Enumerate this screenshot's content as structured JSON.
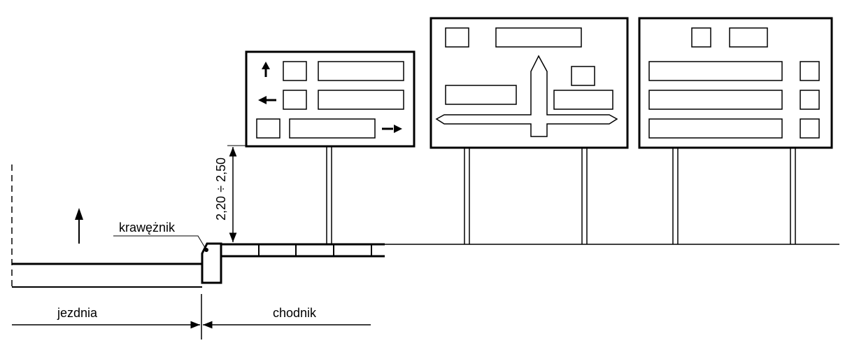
{
  "labels": {
    "kraweznik": "krawężnik",
    "jezdnia": "jezdnia",
    "chodnik": "chodnik",
    "height_dimension": "2,20 ÷ 2,50"
  },
  "colors": {
    "ink": "#000000",
    "background": "#ffffff"
  },
  "icons": [
    "arrow-up-icon",
    "arrow-left-icon",
    "arrow-right-icon"
  ]
}
